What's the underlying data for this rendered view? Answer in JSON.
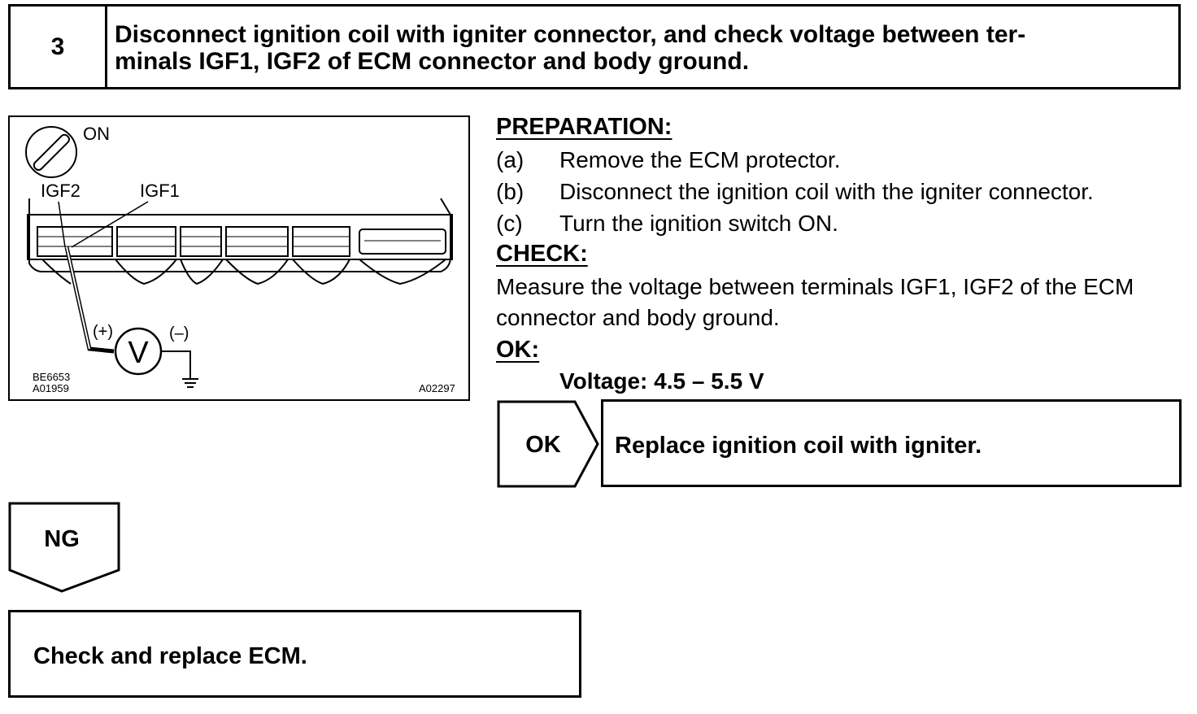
{
  "step": {
    "number": "3",
    "title_line1": "Disconnect ignition coil with igniter connector, and check voltage between ter-",
    "title_line2": "minals IGF1, IGF2 of ECM connector and body ground."
  },
  "illustration": {
    "switch_label": "ON",
    "terminal_label_left": "IGF2",
    "terminal_label_right": "IGF1",
    "positive_label": "(+)",
    "negative_label": "(–)",
    "meter_symbol": "V",
    "ref_code_1": "BE6653",
    "ref_code_2": "A01959",
    "ref_code_3": "A02297",
    "icons": [
      "ignition-key-icon",
      "ecm-connector-icon",
      "voltmeter-icon",
      "ground-icon"
    ]
  },
  "preparation": {
    "heading": "PREPARATION:",
    "steps": [
      {
        "label": "(a)",
        "text": "Remove the ECM protector."
      },
      {
        "label": "(b)",
        "text": "Disconnect the ignition coil with the igniter connector."
      },
      {
        "label": "(c)",
        "text": "Turn the ignition switch ON."
      }
    ]
  },
  "check": {
    "heading": "CHECK:",
    "line1": "Measure the voltage between terminals IGF1, IGF2 of the ECM",
    "line2": "connector and body ground."
  },
  "ok": {
    "heading": "OK:",
    "spec": "Voltage: 4.5 – 5.5 V",
    "arrow_label": "OK",
    "result": "Replace ignition coil with igniter."
  },
  "ng": {
    "arrow_label": "NG",
    "result": "Check and replace ECM."
  }
}
